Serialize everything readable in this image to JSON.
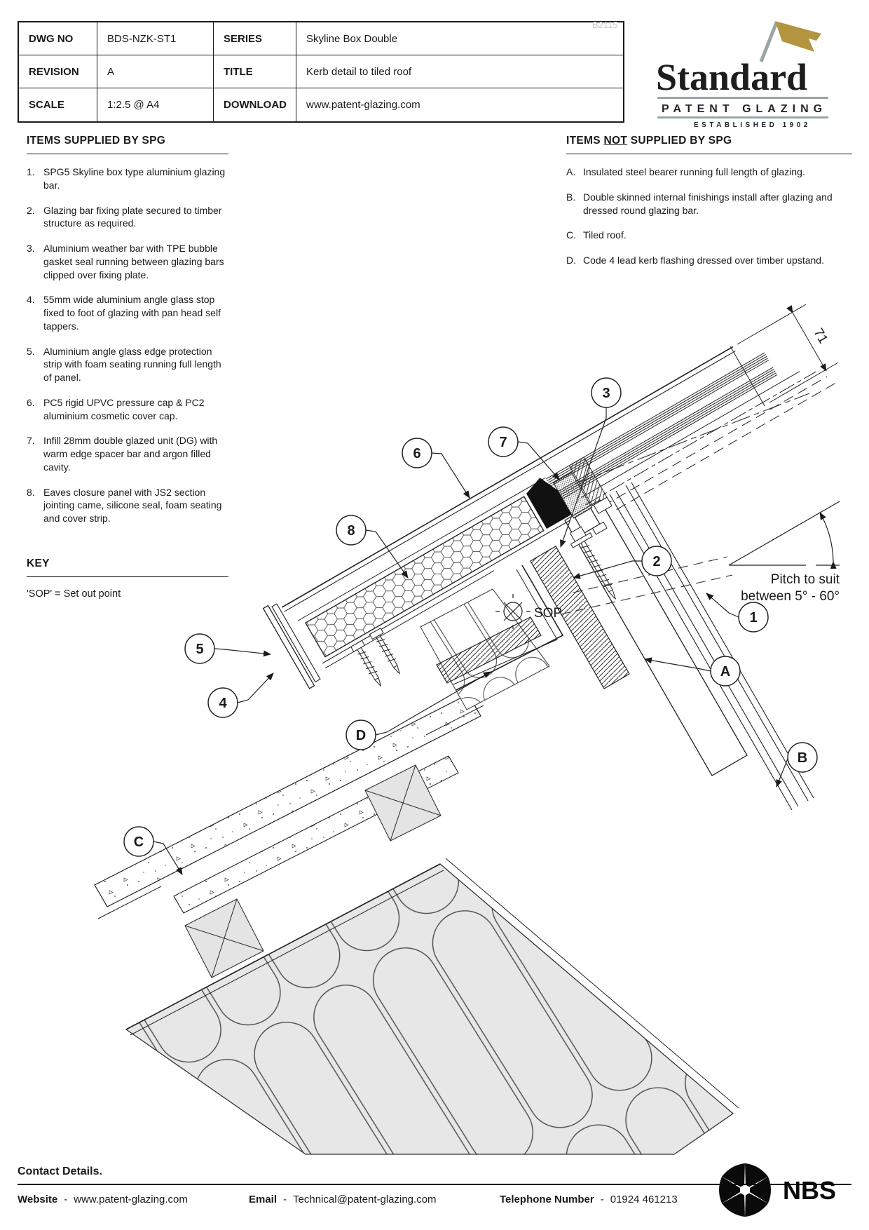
{
  "title_block": {
    "watermark": "B2115",
    "rows": [
      {
        "l1": "DWG NO",
        "v1": "BDS-NZK-ST1",
        "l2": "SERIES",
        "v2": "Skyline Box Double"
      },
      {
        "l1": "REVISION",
        "v1": "A",
        "l2": "TITLE",
        "v2": "Kerb detail to tiled roof"
      },
      {
        "l1": "SCALE",
        "v1": "1:2.5 @ A4",
        "l2": "DOWNLOAD",
        "v2": "www.patent-glazing.com"
      }
    ]
  },
  "logo": {
    "name": "Standard",
    "tagline": "PATENT GLAZING",
    "established": "ESTABLISHED 1902"
  },
  "supplied": {
    "heading": "ITEMS SUPPLIED BY SPG",
    "items": [
      {
        "num": "1.",
        "text": "SPG5 Skyline box type aluminium glazing bar."
      },
      {
        "num": "2.",
        "text": "Glazing bar fixing plate secured to timber structure as required."
      },
      {
        "num": "3.",
        "text": "Aluminium weather bar with TPE bubble gasket seal running between glazing bars clipped over fixing plate."
      },
      {
        "num": "4.",
        "text": "55mm wide aluminium angle glass stop fixed to foot of glazing with pan head self tappers."
      },
      {
        "num": "5.",
        "text": "Aluminium angle glass edge protection strip with foam seating running full length of panel."
      },
      {
        "num": "6.",
        "text": "PC5 rigid UPVC pressure cap & PC2 aluminium cosmetic cover cap."
      },
      {
        "num": "7.",
        "text": "Infill 28mm double glazed unit (DG) with warm edge spacer bar and argon filled cavity."
      },
      {
        "num": "8.",
        "text": "Eaves closure panel with JS2 section jointing came, silicone seal, foam seating and cover strip."
      }
    ]
  },
  "not_supplied": {
    "h1": "ITEMS ",
    "h2": "NOT",
    "h3": " SUPPLIED BY SPG",
    "items": [
      {
        "num": "A.",
        "text": "Insulated steel bearer running full length of glazing."
      },
      {
        "num": "B.",
        "text": "Double skinned internal finishings install after glazing and dressed round glazing bar."
      },
      {
        "num": "C.",
        "text": "Tiled roof."
      },
      {
        "num": "D.",
        "text": "Code 4 lead kerb flashing dressed over timber upstand."
      }
    ]
  },
  "key": {
    "heading": "KEY",
    "entry": "'SOP' = Set out point"
  },
  "drawing": {
    "sop_label": "SOP",
    "pitch_line1": "Pitch to suit",
    "pitch_line2": "between 5° - 60°",
    "dimension": "71",
    "callouts": [
      {
        "label": "1"
      },
      {
        "label": "2"
      },
      {
        "label": "3"
      },
      {
        "label": "4"
      },
      {
        "label": "5"
      },
      {
        "label": "6"
      },
      {
        "label": "7"
      },
      {
        "label": "8"
      },
      {
        "label": "A"
      },
      {
        "label": "B"
      },
      {
        "label": "C"
      },
      {
        "label": "D"
      }
    ]
  },
  "footer": {
    "heading": "Contact Details.",
    "website_label": "Website",
    "website": "www.patent-glazing.com",
    "email_label": "Email",
    "email": "Technical@patent-glazing.com",
    "phone_label": "Telephone Number",
    "phone": "01924 461213",
    "sep": "-",
    "nbs": "NBS"
  },
  "colors": {
    "gold": "#b3953f",
    "line": "#1a1a1a",
    "logo_gray": "#9aa6a6",
    "insulation_gray": "#e7e7e7"
  }
}
